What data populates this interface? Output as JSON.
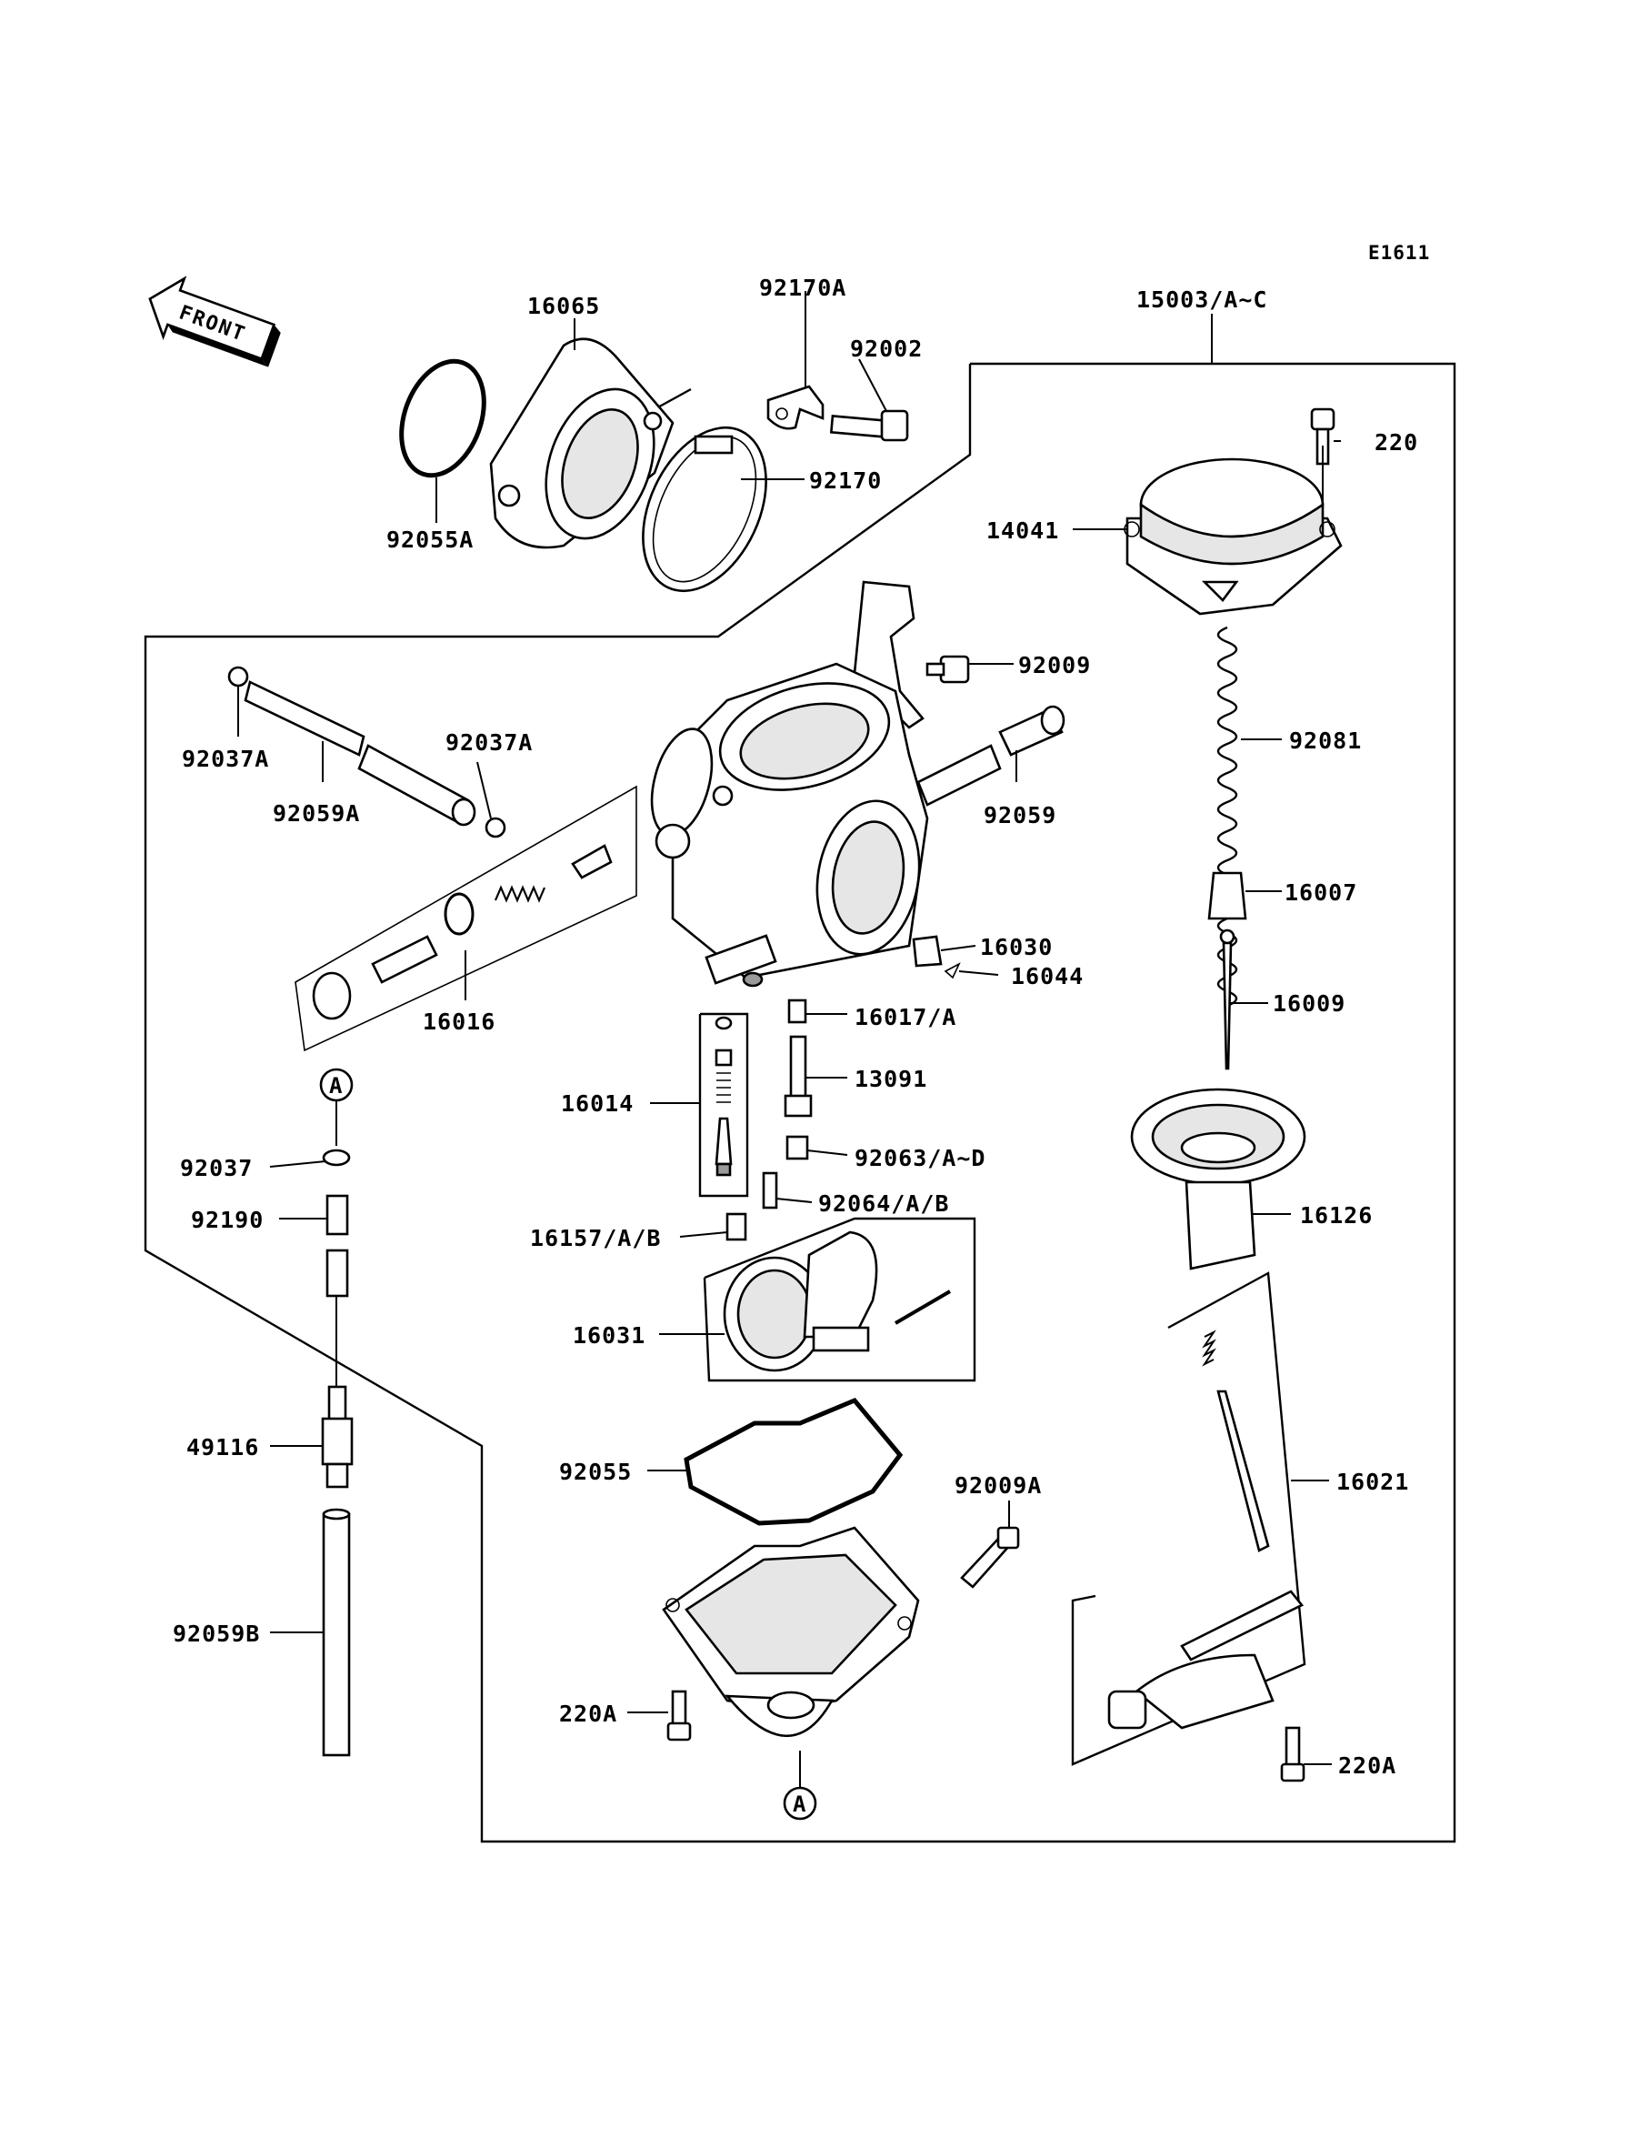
{
  "diagram_code": "E1611",
  "front_label": "FRONT",
  "ref_marker": "A",
  "parts": {
    "p15003": "15003/A~C",
    "p16065": "16065",
    "p92170A": "92170A",
    "p92002": "92002",
    "p92170": "92170",
    "p92055A": "92055A",
    "p220": "220",
    "p14041": "14041",
    "p92009": "92009",
    "p92081": "92081",
    "p92037A_left": "92037A",
    "p92037A_right": "92037A",
    "p92059A": "92059A",
    "p92059": "92059",
    "p16007": "16007",
    "p16030": "16030",
    "p16044": "16044",
    "p16016": "16016",
    "p16009": "16009",
    "p16017": "16017/A",
    "p13091": "13091",
    "p16014": "16014",
    "p92037": "92037",
    "p92063": "92063/A~D",
    "p92064": "92064/A/B",
    "p16126": "16126",
    "p92190": "92190",
    "p16157": "16157/A/B",
    "p16031": "16031",
    "p49116": "49116",
    "p92055": "92055",
    "p92009A": "92009A",
    "p16021": "16021",
    "p92059B": "92059B",
    "p220A_left": "220A",
    "p220A_right": "220A"
  }
}
